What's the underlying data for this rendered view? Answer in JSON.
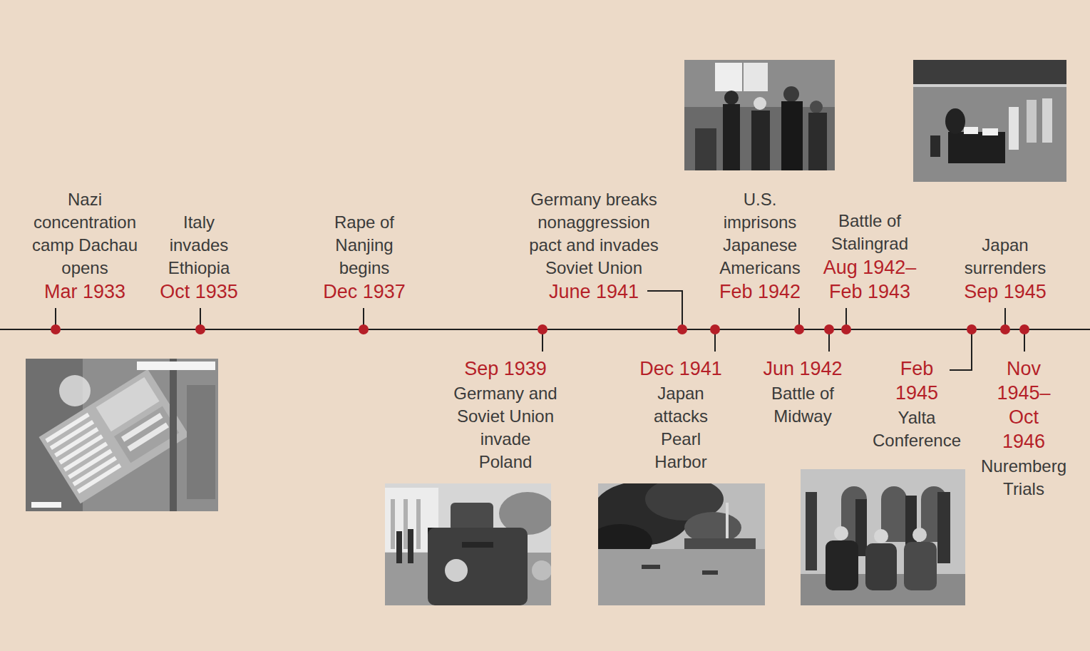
{
  "diagram": {
    "labels": [
      "Nazi concentration camp Dachau opens",
      "Mar 1933",
      "Italy invades Ethiopia",
      "Oct 1935",
      "Rape of Nanjing begins",
      "Dec 1937",
      "Sep 1939",
      "Germany and Soviet Union invade Poland",
      "Germany breaks nonaggression pact and invades Soviet Union",
      "June 1941",
      "Dec 1941",
      "Japan attacks Pearl Harbor",
      "U.S. imprisons Japanese Americans",
      "Feb 1942",
      "Jun 1942",
      "Battle of Midway",
      "Battle of Stalingrad",
      "Aug 1942– Feb 1943",
      "Feb 1945",
      "Yalta Conference",
      "Japan surrenders",
      "Sep 1945",
      "Nov 1945– Oct 1946",
      "Nuremberg Trials"
    ]
  }
}
